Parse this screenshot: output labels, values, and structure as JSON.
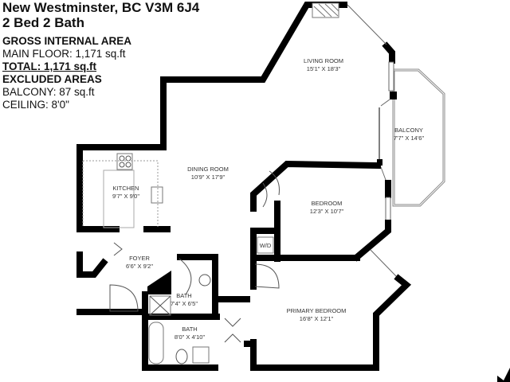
{
  "header": {
    "city_line": "New Westminster, BC V3M 6J4",
    "beds_baths": "2 Bed 2 Bath"
  },
  "areas": {
    "gross_heading": "GROSS INTERNAL AREA",
    "main_floor": "MAIN FLOOR: 1,171 sq.ft",
    "total": "TOTAL: 1,171 sq.ft",
    "excluded_heading": "EXCLUDED AREAS",
    "balcony": "BALCONY: 87 sq.ft",
    "ceiling": "CEILING: 8'0\""
  },
  "rooms": {
    "living": {
      "name": "LIVING ROOM",
      "dims": "15'1\" X 18'3\""
    },
    "balcony": {
      "name": "BALCONY",
      "dims": "7'7\" X 14'6\""
    },
    "dining": {
      "name": "DINING ROOM",
      "dims": "10'9\" X 17'9\""
    },
    "kitchen": {
      "name": "KITCHEN",
      "dims": "9'7\" X 9'0\""
    },
    "bedroom": {
      "name": "BEDROOM",
      "dims": "12'3\" X 10'7\""
    },
    "foyer": {
      "name": "FOYER",
      "dims": "6'6\" X 9'2\""
    },
    "bath1": {
      "name": "BATH",
      "dims": "7'4\" X 6'5\""
    },
    "bath2": {
      "name": "BATH",
      "dims": "8'0\" X 4'10\""
    },
    "primary": {
      "name": "PRIMARY BEDROOM",
      "dims": "16'8\" X 12'1\""
    },
    "laundry": {
      "name": "W/D"
    }
  },
  "icons": {
    "compass": "north-arrow-icon"
  }
}
